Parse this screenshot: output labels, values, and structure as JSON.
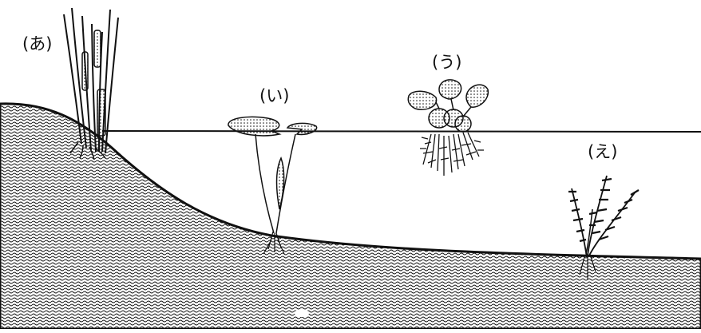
{
  "labels": {
    "a": "(あ)",
    "i": "(い)",
    "u": "(う)",
    "e": "(え)"
  },
  "plants": [
    {
      "id": "a",
      "icon": "emergent-reed-plant-icon"
    },
    {
      "id": "i",
      "icon": "floating-leaf-lily-plant-icon"
    },
    {
      "id": "u",
      "icon": "free-floating-water-hyacinth-icon"
    },
    {
      "id": "e",
      "icon": "submerged-waterweed-plant-icon"
    }
  ],
  "colors": {
    "ink": "#111111",
    "background": "#ffffff"
  }
}
